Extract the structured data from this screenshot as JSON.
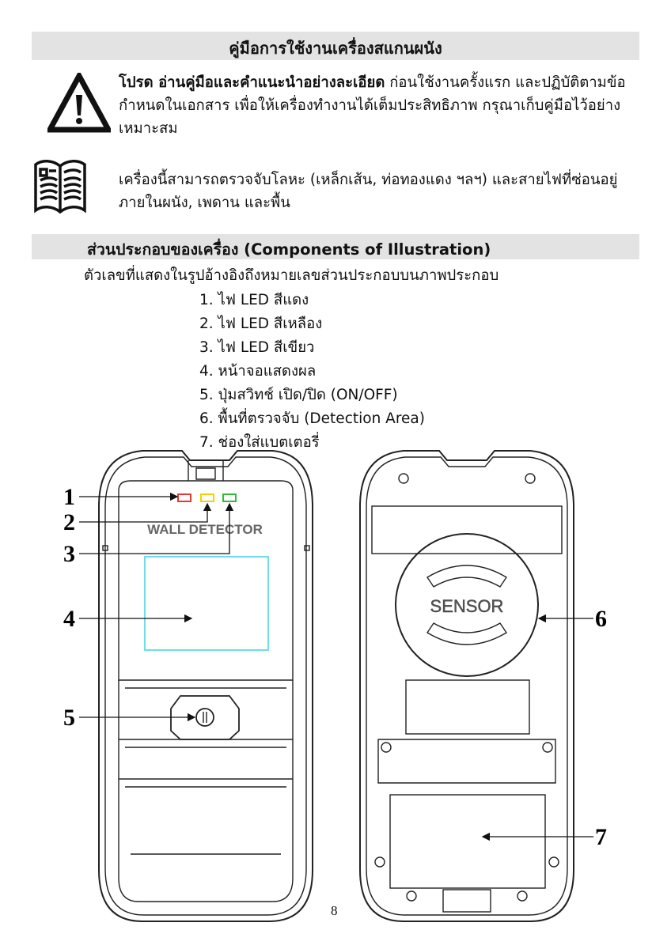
{
  "header": {
    "title": "คู่มือการใช้งานเครื่องสแกนผนัง"
  },
  "warning": {
    "bold": "โปรด อ่านคู่มือและคำแนะนำอย่างละเอียด",
    "text": " ก่อนใช้งานครั้งแรก และปฏิบัติตามข้อกำหนดในเอกสาร เพื่อให้เครื่องทำงานได้เต็มประสิทธิภาพ กรุณาเก็บคู่มือไว้อย่างเหมาะสม"
  },
  "info": {
    "text": "เครื่องนี้สามารถตรวจจับโลหะ (เหล็กเส้น, ท่อทองแดง ฯลฯ) และสายไฟที่ซ่อนอยู่ภายในผนัง, เพดาน และพื้น"
  },
  "components": {
    "title": "ส่วนประกอบของเครื่อง (Components of Illustration)",
    "subtitle": "ตัวเลขที่แสดงในรูปอ้างอิงถึงหมายเลขส่วนประกอบบนภาพประกอบ",
    "items": [
      "1. ไฟ LED สีแดง",
      "2. ไฟ LED สีเหลือง",
      "3. ไฟ LED สีเขียว",
      "4. หน้าจอแสดงผล",
      "5. ปุ่มสวิทช์ เปิด/ปิด (ON/OFF)",
      "6. พื้นที่ตรวจจับ (Detection Area)",
      "7. ช่องใส่แบตเตอรี่"
    ]
  },
  "diagram": {
    "front_label": "WALL DETECTOR",
    "sensor_label": "SENSOR",
    "callouts": [
      "1",
      "2",
      "3",
      "4",
      "5",
      "6",
      "7"
    ],
    "led_colors": {
      "red": "#e53935",
      "yellow": "#f4d000",
      "green": "#2ebd3a"
    },
    "screen_color": "#3fd3df"
  },
  "page_number": "8"
}
